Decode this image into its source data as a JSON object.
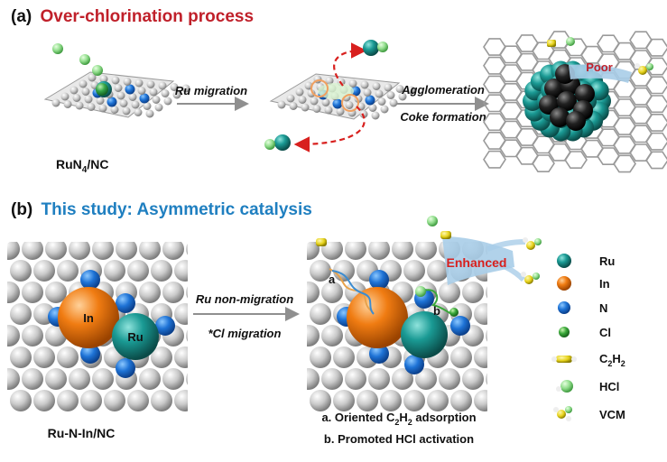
{
  "panel_a": {
    "letter": "(a)",
    "title": "Over-chlorination process",
    "arrow1_label": "Ru migration",
    "arrow2_label_1": "Agglomeration",
    "arrow2_label_2": "Coke formation",
    "sample_main": "RuN",
    "sample_sub": "4",
    "sample_tail": "/NC",
    "result_label": "Poor"
  },
  "panel_b": {
    "letter": "(b)",
    "title": "This study:  Asymmetric catalysis",
    "arrow_label_1": "Ru non-migration",
    "arrow_label_2": "*Cl migration",
    "sample_label": "Ru-N-In/NC",
    "atom_in": "In",
    "atom_ru": "Ru",
    "path_a": "a",
    "path_b": "b",
    "result_label": "Enhanced",
    "caption_a_pre": "a. Oriented C",
    "caption_a_sub1": "2",
    "caption_a_mid": "H",
    "caption_a_sub2": "2",
    "caption_a_post": " adsorption",
    "caption_b": "b. Promoted HCl activation"
  },
  "legend": {
    "ru": "Ru",
    "in": "In",
    "n": "N",
    "cl": "Cl",
    "c2h2_c": "C",
    "c2h2_sub1": "2",
    "c2h2_h": "H",
    "c2h2_sub2": "2",
    "hcl": "HCl",
    "vcm": "VCM"
  },
  "colors": {
    "title_red": "#c0202a",
    "title_blue": "#1f7fc0",
    "ru": "#1a9a94",
    "in": "#f07c12",
    "n": "#1e73d6",
    "cl": "#3aa83a",
    "carbon": "#b8b8b8",
    "migration_arrow": "#d8201e",
    "product_arrow": "#a9cde8"
  }
}
